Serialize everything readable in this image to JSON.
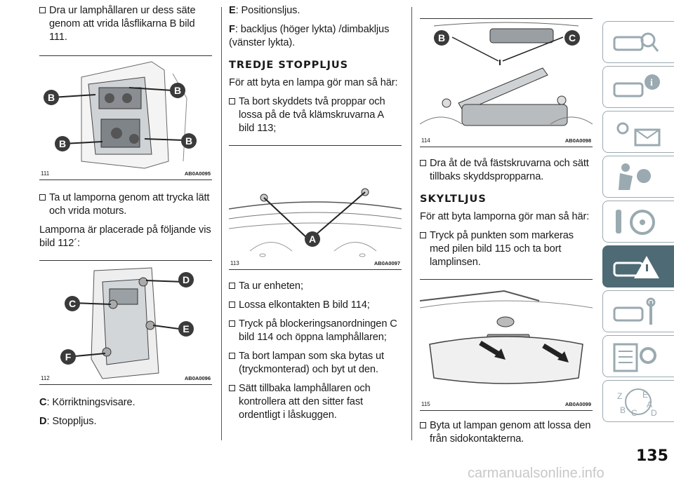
{
  "col1": {
    "p1": "Dra ur lamphållaren ur dess säte genom att vrida låsflikarna B bild 111.",
    "fig111": {
      "num": "111",
      "code": "AB0A0095",
      "markers": [
        "B",
        "B",
        "B",
        "B"
      ]
    },
    "p2": "Ta ut lamporna genom att trycka lätt och vrida moturs.",
    "p3": "Lamporna är placerade på följande vis bild 112´:",
    "fig112": {
      "num": "112",
      "code": "AB0A0096",
      "markers": [
        "D",
        "C",
        "E",
        "F"
      ]
    },
    "c_label": "C",
    "c_text": ": Körriktningsvisare.",
    "d_label": "D",
    "d_text": ": Stoppljus."
  },
  "col2": {
    "e_label": "E",
    "e_text": ": Positionsljus.",
    "f_label": "F",
    "f_text": ": backljus (höger lykta) /dimbakljus (vänster lykta).",
    "heading": "TREDJE STOPPLJUS",
    "intro": "För att byta en lampa gör man så här:",
    "b1": "Ta bort skyddets två proppar och lossa på de två klämskruvarna A bild 113;",
    "fig113": {
      "num": "113",
      "code": "AB0A0097",
      "marker": "A"
    },
    "b2": "Ta ur enheten;",
    "b3": "Lossa elkontakten B bild 114;",
    "b4": "Tryck på blockeringsanordningen C bild 114 och öppna lamphållaren;",
    "b5": "Ta bort lampan som ska bytas ut (tryckmonterad) och byt ut den.",
    "b6": "Sätt tillbaka lamphållaren och kontrollera att den sitter fast ordentligt i låskuggen."
  },
  "col3": {
    "fig114": {
      "num": "114",
      "code": "AB0A0098",
      "markers": [
        "B",
        "C"
      ]
    },
    "b1": "Dra åt de två fästskruvarna och sätt tillbaks skyddspropparna.",
    "heading": "SKYLTLJUS",
    "intro": "För att byta lamporna gör man så här:",
    "b2": "Tryck på punkten som markeras med pilen bild 115 och ta bort lamplinsen.",
    "fig115": {
      "num": "115",
      "code": "AB0A0099"
    },
    "b3": "Byta ut lampan genom att lossa den från sidokontakterna."
  },
  "sidebar": {
    "tabs": [
      "car-search-icon",
      "car-info-icon",
      "dashboard-lights-icon",
      "seat-airbag-icon",
      "steering-wheel-icon",
      "car-warning-icon",
      "car-tools-icon",
      "settings-list-icon",
      "alphabet-index-icon"
    ],
    "active_index": 5,
    "active_color": "#4e6a74"
  },
  "page_number": "135",
  "watermark": "carmanualsonline.info"
}
